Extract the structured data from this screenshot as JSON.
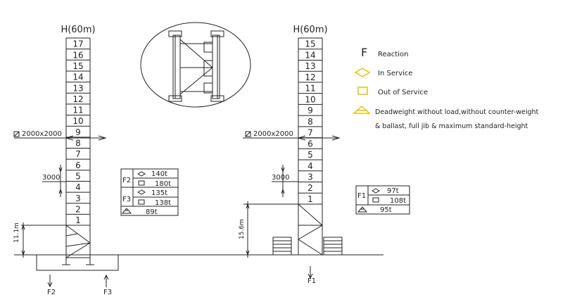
{
  "colors": {
    "line": "#222222",
    "legend_symbol": "#e6c200",
    "background": "#ffffff"
  },
  "left_tower": {
    "height_label": "H(60m)",
    "sections": [
      "17",
      "16",
      "15",
      "14",
      "13",
      "12",
      "11",
      "10",
      "9",
      "8",
      "7",
      "6",
      "5",
      "4",
      "3",
      "2",
      "1"
    ],
    "section_size": "2000x2000",
    "section_height": "3000",
    "base_height": "11.1m",
    "force_left": "F2",
    "force_right": "F3"
  },
  "right_tower": {
    "height_label": "H(60m)",
    "sections": [
      "15",
      "14",
      "13",
      "12",
      "11",
      "10",
      "9",
      "8",
      "7",
      "6",
      "5",
      "4",
      "3",
      "2",
      "1"
    ],
    "section_size": "2000x2000",
    "section_height": "3000",
    "base_height": "15.6m",
    "force": "F1"
  },
  "table_left": {
    "rows": [
      {
        "group": "F2",
        "symbol": "diamond-icon",
        "value": "140t"
      },
      {
        "group": "F2",
        "symbol": "square-icon",
        "value": "180t"
      },
      {
        "group": "F3",
        "symbol": "diamond-icon",
        "value": "135t"
      },
      {
        "group": "F3",
        "symbol": "square-icon",
        "value": "138t"
      },
      {
        "group": "",
        "symbol": "deadweight-icon",
        "value": "89t"
      }
    ]
  },
  "table_right": {
    "rows": [
      {
        "group": "F1",
        "symbol": "diamond-icon",
        "value": "97t"
      },
      {
        "group": "F1",
        "symbol": "square-icon",
        "value": "108t"
      },
      {
        "group": "",
        "symbol": "deadweight-icon",
        "value": "95t"
      }
    ]
  },
  "legend": {
    "reaction_symbol": "F",
    "reaction_label": "Reaction",
    "in_service_label": "In Service",
    "out_of_service_label": "Out of Service",
    "deadweight_line1": "Deadweight without load,without counter-weight",
    "deadweight_line2": "& ballast, full jib & maximum standard-height"
  }
}
